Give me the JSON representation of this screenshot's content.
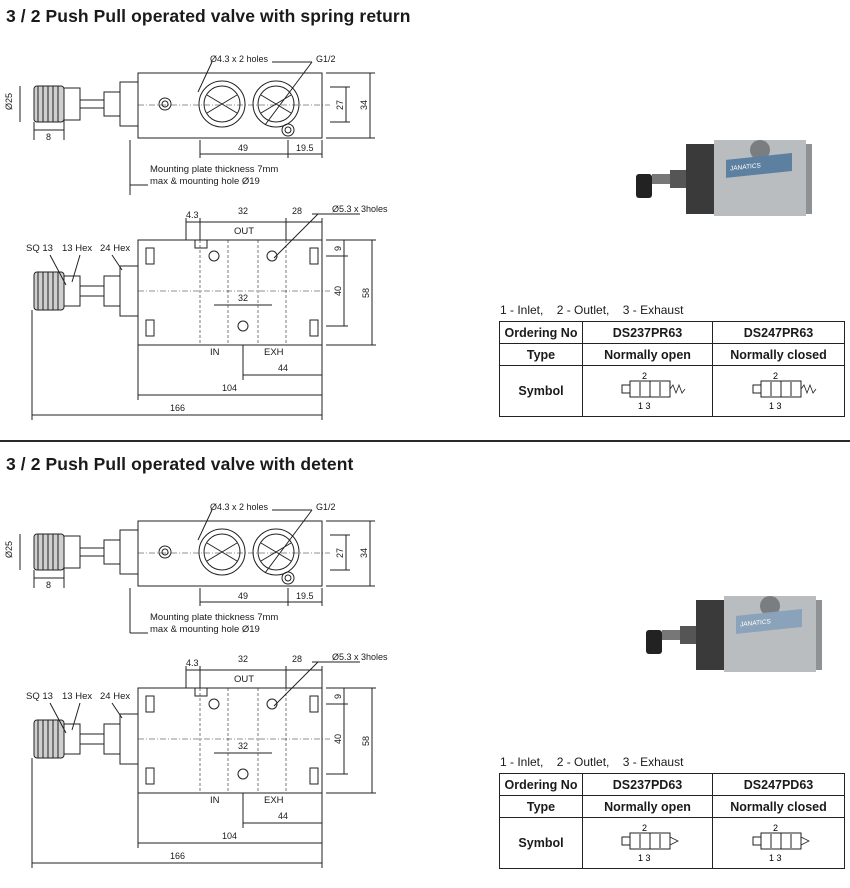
{
  "sections": [
    {
      "title": "3 / 2 Push Pull operated valve with spring return",
      "dims": {
        "holes_small": "Ø4.3 x 2 holes",
        "port": "G1/2",
        "dia": "Ø25",
        "len8": "8",
        "len49": "49",
        "len19_5": "19.5",
        "h27": "27",
        "h34": "34",
        "note1": "Mounting plate thickness 7mm",
        "note2": "max & mounting hole Ø19",
        "d4_3": "4.3",
        "d32a": "32",
        "d28": "28",
        "holes_big": "Ø5.3 x 3holes",
        "out": "OUT",
        "sq13": "SQ 13",
        "hex13": "13 Hex",
        "hex24": "24 Hex",
        "h9": "9",
        "h40": "40",
        "h58": "58",
        "d32b": "32",
        "in": "IN",
        "exh": "EXH",
        "d44": "44",
        "d104": "104",
        "d166": "166"
      },
      "legend": [
        "1 - Inlet,",
        "2 - Outlet,",
        "3 - Exhaust"
      ],
      "table": {
        "h_ordering": "Ordering No",
        "h_type": "Type",
        "h_symbol": "Symbol",
        "model_a": "DS237PR63",
        "model_b": "DS247PR63",
        "type_a": "Normally open",
        "type_b": "Normally closed",
        "sym_top": "2",
        "sym_bottom": "1 3"
      }
    },
    {
      "title": "3 / 2 Push Pull operated valve with detent",
      "dims": {
        "holes_small": "Ø4.3 x 2 holes",
        "port": "G1/2",
        "dia": "Ø25",
        "len8": "8",
        "len49": "49",
        "len19_5": "19.5",
        "h27": "27",
        "h34": "34",
        "note1": "Mounting plate thickness 7mm",
        "note2": "max & mounting hole Ø19",
        "d4_3": "4.3",
        "d32a": "32",
        "d28": "28",
        "holes_big": "Ø5.3 x 3holes",
        "out": "OUT",
        "sq13": "SQ 13",
        "hex13": "13 Hex",
        "hex24": "24 Hex",
        "h9": "9",
        "h40": "40",
        "h58": "58",
        "d32b": "32",
        "in": "IN",
        "exh": "EXH",
        "d44": "44",
        "d104": "104",
        "d166": "166"
      },
      "legend": [
        "1 - Inlet,",
        "2 - Outlet,",
        "3 - Exhaust"
      ],
      "table": {
        "h_ordering": "Ordering No",
        "h_type": "Type",
        "h_symbol": "Symbol",
        "model_a": "DS237PD63",
        "model_b": "DS247PD63",
        "type_a": "Normally open",
        "type_b": "Normally closed",
        "sym_top": "2",
        "sym_bottom": "1 3"
      }
    }
  ],
  "brand_label": "JANATICS"
}
